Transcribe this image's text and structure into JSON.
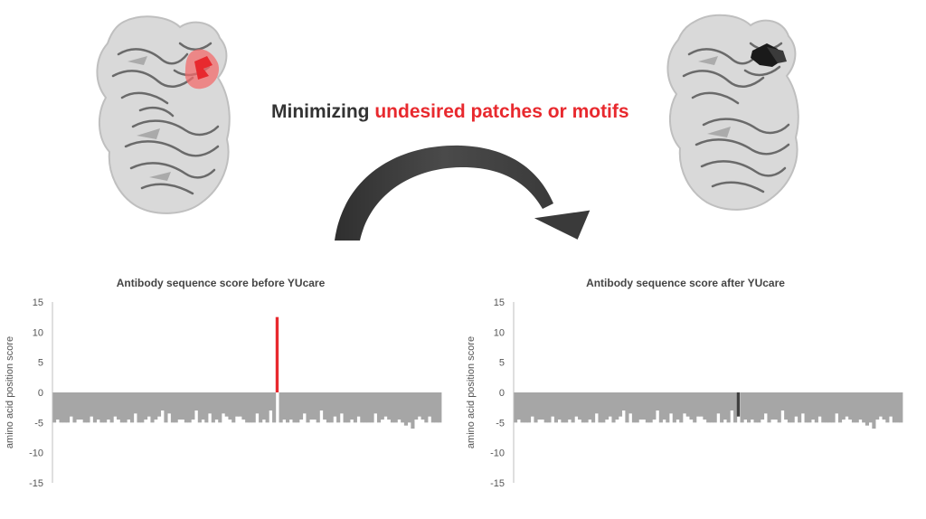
{
  "headline": {
    "prefix": "Minimizing",
    "highlight": "undesired patches or motifs",
    "highlight_color": "#e8292e"
  },
  "illustrations": [
    {
      "name": "protein-structure-before",
      "highlight_color": "#e8292e"
    },
    {
      "name": "protein-structure-after",
      "highlight_color": "#1a1a1a"
    }
  ],
  "arrow": {
    "icon": "curved-arrow-icon",
    "color": "#3a3a3a"
  },
  "chart_data": [
    {
      "type": "bar",
      "title": "Antibody sequence score before YUcare",
      "ylabel": "amino acid position score",
      "ylim": [
        -15,
        15
      ],
      "yticks": [
        "15",
        "10",
        "5",
        "0",
        "-5",
        "-10",
        "-15"
      ],
      "bar_color": "#a6a6a6",
      "highlight_color": "#e8292e",
      "highlight_index": 66,
      "grid": false,
      "values": [
        -5,
        -4.5,
        -5,
        -5,
        -5,
        -4,
        -5,
        -4.5,
        -4.5,
        -5,
        -5,
        -4,
        -5,
        -4.5,
        -5,
        -5,
        -4.5,
        -5,
        -4,
        -4.5,
        -5,
        -5,
        -4.5,
        -5,
        -3.5,
        -5,
        -5,
        -4.5,
        -4,
        -5,
        -4.5,
        -4,
        -3,
        -5,
        -3.5,
        -5,
        -5,
        -4.5,
        -4.5,
        -5,
        -5,
        -4.5,
        -3,
        -5,
        -4.5,
        -5,
        -3.5,
        -5,
        -4.5,
        -5,
        -3.5,
        -4,
        -4.5,
        -5,
        -4,
        -4,
        -4.5,
        -5,
        -5,
        -5,
        -3.5,
        -5,
        -4.5,
        -5,
        -3,
        -5,
        12.5,
        -5,
        -4.5,
        -5,
        -4.5,
        -5,
        -5,
        -4.5,
        -3.5,
        -5,
        -4.5,
        -4.5,
        -5,
        -3,
        -4.5,
        -5,
        -5,
        -4,
        -5,
        -3.5,
        -5,
        -5,
        -4.5,
        -5,
        -4,
        -5,
        -5,
        -5,
        -5,
        -3.5,
        -5,
        -4.5,
        -4,
        -4.5,
        -5,
        -5,
        -4.5,
        -5,
        -5.5,
        -5,
        -6,
        -4.5,
        -4,
        -4.5,
        -5,
        -4,
        -5,
        -5,
        -5
      ]
    },
    {
      "type": "bar",
      "title": "Antibody sequence score after YUcare",
      "ylabel": "amino acid position score",
      "ylim": [
        -15,
        15
      ],
      "yticks": [
        "15",
        "10",
        "5",
        "0",
        "-5",
        "-10",
        "-15"
      ],
      "bar_color": "#a6a6a6",
      "highlight_color": "#404040",
      "highlight_index": 66,
      "grid": false,
      "values": [
        -5,
        -4.5,
        -5,
        -5,
        -5,
        -4,
        -5,
        -4.5,
        -4.5,
        -5,
        -5,
        -4,
        -5,
        -4.5,
        -5,
        -5,
        -4.5,
        -5,
        -4,
        -4.5,
        -5,
        -5,
        -4.5,
        -5,
        -3.5,
        -5,
        -5,
        -4.5,
        -4,
        -5,
        -4.5,
        -4,
        -3,
        -5,
        -3.5,
        -5,
        -5,
        -4.5,
        -4.5,
        -5,
        -5,
        -4.5,
        -3,
        -5,
        -4.5,
        -5,
        -3.5,
        -5,
        -4.5,
        -5,
        -3.5,
        -4,
        -4.5,
        -5,
        -4,
        -4,
        -4.5,
        -5,
        -5,
        -5,
        -3.5,
        -5,
        -4.5,
        -5,
        -3,
        -5,
        -4,
        -5,
        -4.5,
        -5,
        -4.5,
        -5,
        -5,
        -4.5,
        -3.5,
        -5,
        -4.5,
        -4.5,
        -5,
        -3,
        -4.5,
        -5,
        -5,
        -4,
        -5,
        -3.5,
        -5,
        -5,
        -4.5,
        -5,
        -4,
        -5,
        -5,
        -5,
        -5,
        -3.5,
        -5,
        -4.5,
        -4,
        -4.5,
        -5,
        -5,
        -4.5,
        -5,
        -5.5,
        -5,
        -6,
        -4.5,
        -4,
        -4.5,
        -5,
        -4,
        -5,
        -5,
        -5
      ]
    }
  ]
}
